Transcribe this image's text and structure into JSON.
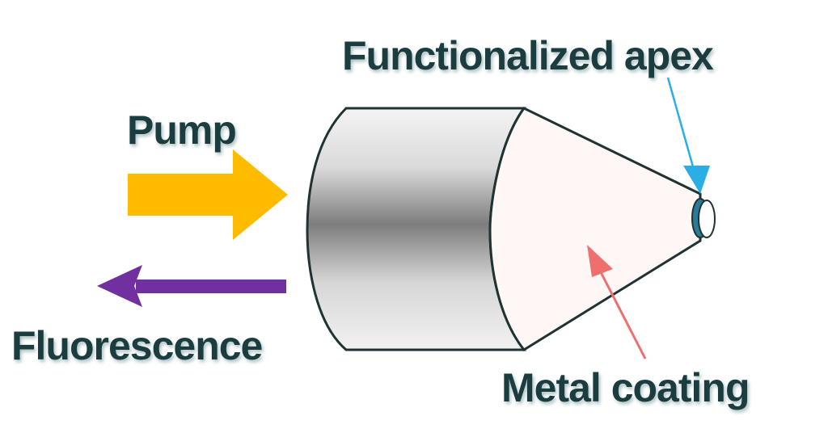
{
  "labels": {
    "top": "Functionalized apex",
    "pump": "Pump",
    "fluorescence": "Fluorescence",
    "coating": "Metal coating"
  },
  "colors": {
    "pump_arrow": "#ffbb00",
    "fluorescence_arrow": "#7030a0",
    "apex_pointer": "#29aee6",
    "coating_pointer": "#ef6f6f",
    "cone_glow": "#ff0000",
    "apex_ring": "#2a7a9a",
    "text": "#1f3d3f"
  }
}
